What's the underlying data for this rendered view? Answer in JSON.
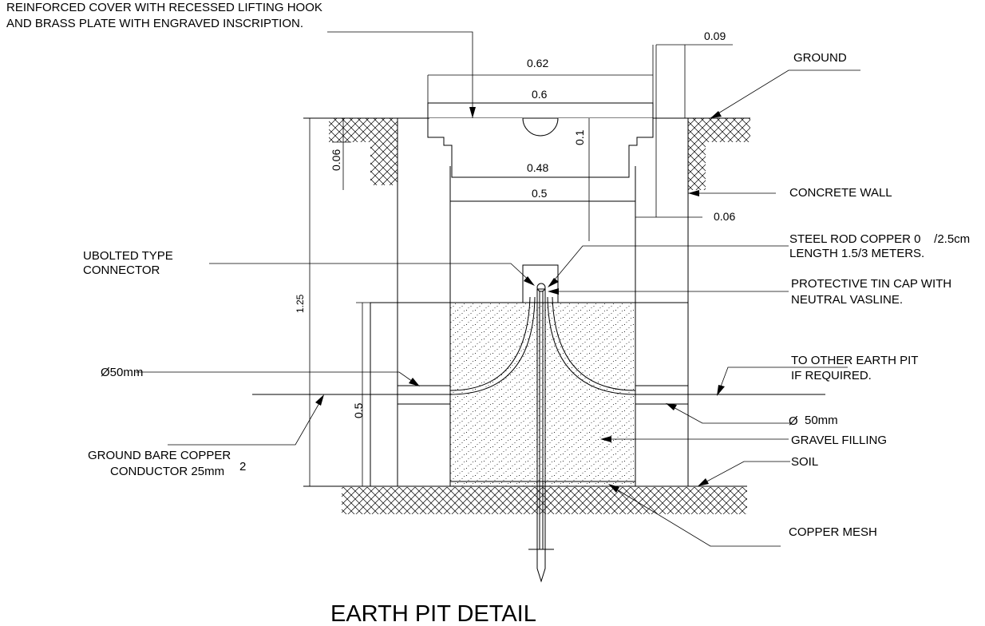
{
  "title": "EARTH PIT DETAIL",
  "dimensions": {
    "d_009": "0.09",
    "d_062": "0.62",
    "d_06": "0.6",
    "d_01": "0.1",
    "d_006_left": "0.06",
    "d_048": "0.48",
    "d_05_top": "0.5",
    "d_006_right": "0.06",
    "d_125": "1.25",
    "d_05_side": "0.5"
  },
  "labels": {
    "cover_line1": "REINFORCED COVER WITH RECESSED LIFTING HOOK",
    "cover_line2": "AND BRASS PLATE WITH ENGRAVED INSCRIPTION.",
    "ground": "GROUND",
    "concrete_wall": "CONCRETE WALL",
    "steel_rod_line1": "STEEL ROD COPPER 0    /2.5cm",
    "steel_rod_line2": "LENGTH 1.5/3 METERS.",
    "ubolted_line1": "UBOLTED TYPE",
    "ubolted_line2": "CONNECTOR",
    "tin_cap_line1": "PROTECTIVE TIN CAP WITH",
    "tin_cap_line2": "NEUTRAL VASLINE.",
    "other_pit_line1": "TO OTHER EARTH PIT",
    "other_pit_line2": "IF REQUIRED.",
    "pipe_left": "Ø50mm",
    "pipe_right_symbol": "Ø",
    "pipe_right_value": "50mm",
    "gravel": "GRAVEL FILLING",
    "conductor_line1": "GROUND BARE COPPER",
    "conductor_line2": "CONDUCTOR 25mm",
    "conductor_sup": "2",
    "soil": "SOIL",
    "copper_mesh": "COPPER MESH"
  }
}
